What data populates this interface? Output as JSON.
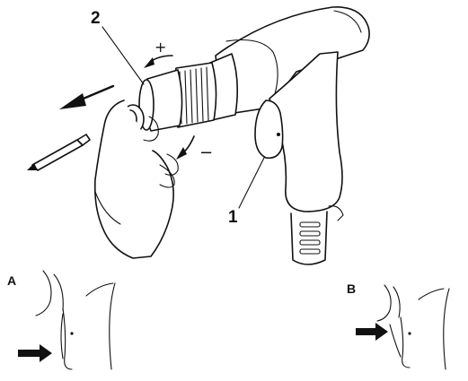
{
  "labels": {
    "callout_1": "1",
    "callout_2": "2",
    "plus_sign": "+",
    "minus_sign": "−",
    "panel_a": "A",
    "panel_b": "B"
  },
  "colors": {
    "ink": "#111111",
    "paper": "#ffffff"
  }
}
